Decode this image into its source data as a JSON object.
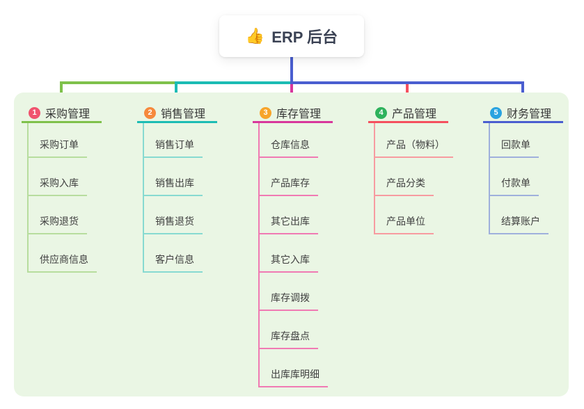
{
  "root": {
    "icon": "👍",
    "title": "ERP 后台"
  },
  "canvas": {
    "panel_color": "#eaf6e4"
  },
  "connectors": {
    "root_line_color": "#4a5ed0"
  },
  "branches": [
    {
      "number": "1",
      "label": "采购管理",
      "colors": {
        "badge": "#f0536e",
        "line": "#7fc14b",
        "child_line": "#b7dd9e"
      },
      "children": [
        "采购订单",
        "采购入库",
        "采购退货",
        "供应商信息"
      ]
    },
    {
      "number": "2",
      "label": "销售管理",
      "colors": {
        "badge": "#f6893c",
        "line": "#1cbcb4",
        "child_line": "#87dad1"
      },
      "children": [
        "销售订单",
        "销售出库",
        "销售退货",
        "客户信息"
      ]
    },
    {
      "number": "3",
      "label": "库存管理",
      "colors": {
        "badge": "#f7a42a",
        "line": "#d8379c",
        "child_line": "#f07ab3"
      },
      "children": [
        "仓库信息",
        "产品库存",
        "其它出库",
        "其它入库",
        "库存调拨",
        "库存盘点",
        "出库库明细"
      ]
    },
    {
      "number": "4",
      "label": "产品管理",
      "colors": {
        "badge": "#2eb25c",
        "line": "#f5505e",
        "child_line": "#f79ba0"
      },
      "children": [
        "产品（物料）",
        "产品分类",
        "产品单位"
      ]
    },
    {
      "number": "5",
      "label": "财务管理",
      "colors": {
        "badge": "#29a3e0",
        "line": "#4a5ed0",
        "child_line": "#9fb0dc"
      },
      "children": [
        "回款单",
        "付款单",
        "结算账户"
      ]
    }
  ]
}
